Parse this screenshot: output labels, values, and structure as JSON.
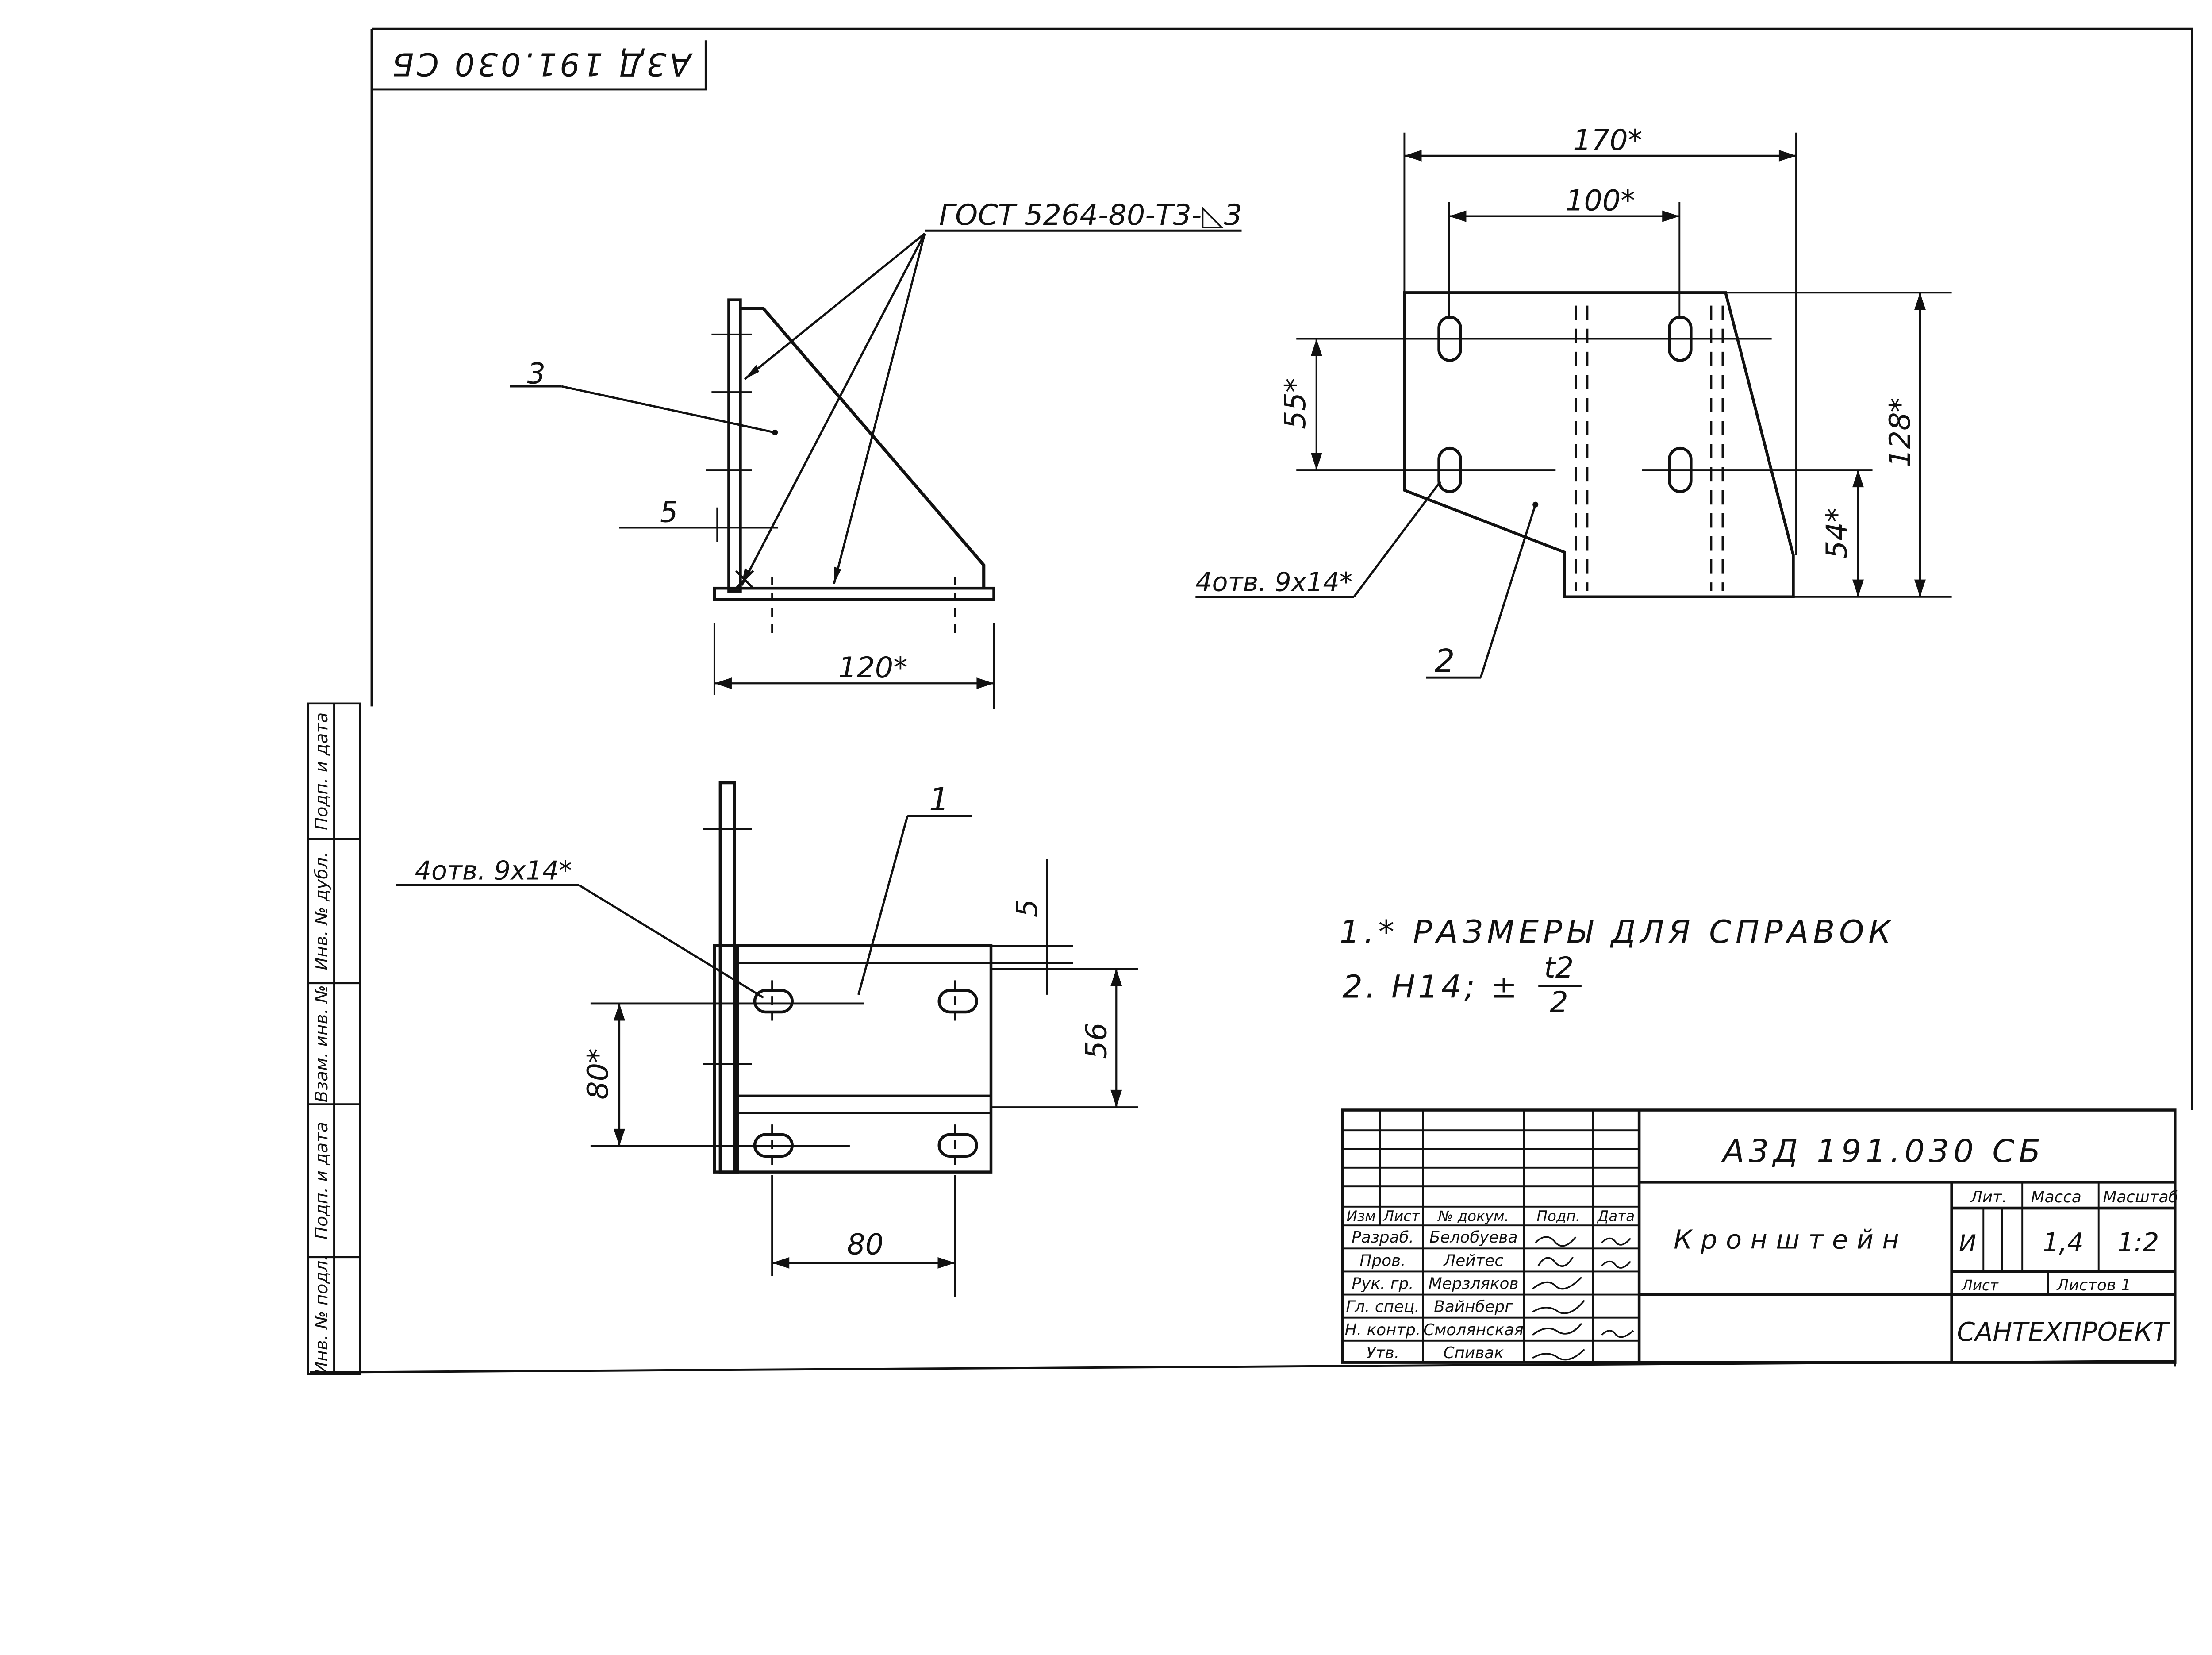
{
  "stamp_top": "А3Д 191.030 СБ",
  "weld_spec": "ГОСТ 5264-80-Т3-◺3",
  "dims": {
    "d120": "120*",
    "d5_side": "5",
    "d170": "170*",
    "d100": "100*",
    "d55": "55*",
    "d54": "54*",
    "d128": "128*",
    "d5_bottom": "5",
    "d56": "56",
    "d80v": "80*",
    "d80h": "80"
  },
  "callouts": {
    "c1": "1",
    "c2": "2",
    "c3": "3",
    "holes_right": "4отв. 9х14*",
    "holes_bottom": "4отв. 9х14*"
  },
  "notes": {
    "n1": "1.* РАЗМЕРЫ ДЛЯ СПРАВОК",
    "n2_prefix": "2. Н14; ±",
    "n2_num": "t2",
    "n2_den": "2"
  },
  "side_stamp": [
    "Подп. и дата",
    "Инв. № дубл.",
    "Взам. инв. №",
    "Подп. и дата",
    "Инв. № подл."
  ],
  "title_block": {
    "code": "А3Д 191.030 СБ",
    "name": "Кронштейн",
    "org": "САНТЕХПРОЕКТ",
    "headers": [
      "Изм",
      "Лист",
      "№ докум.",
      "Подп.",
      "Дата"
    ],
    "rows": [
      {
        "role": "Разраб.",
        "name": "Белобуева"
      },
      {
        "role": "Пров.",
        "name": "Лейтес"
      },
      {
        "role": "Рук. гр.",
        "name": "Мерзляков"
      },
      {
        "role": "Гл. спец.",
        "name": "Вайнберг"
      },
      {
        "role": "Н. контр.",
        "name": "Смолянская"
      },
      {
        "role": "Утв.",
        "name": "Спивак"
      }
    ],
    "lit_label": "Лит.",
    "mass_label": "Масса",
    "scale_label": "Масштаб",
    "lit_value": "И",
    "mass_value": "1,4",
    "scale_value": "1:2",
    "sheet_label": "Лист",
    "sheets_label": "Листов 1"
  }
}
